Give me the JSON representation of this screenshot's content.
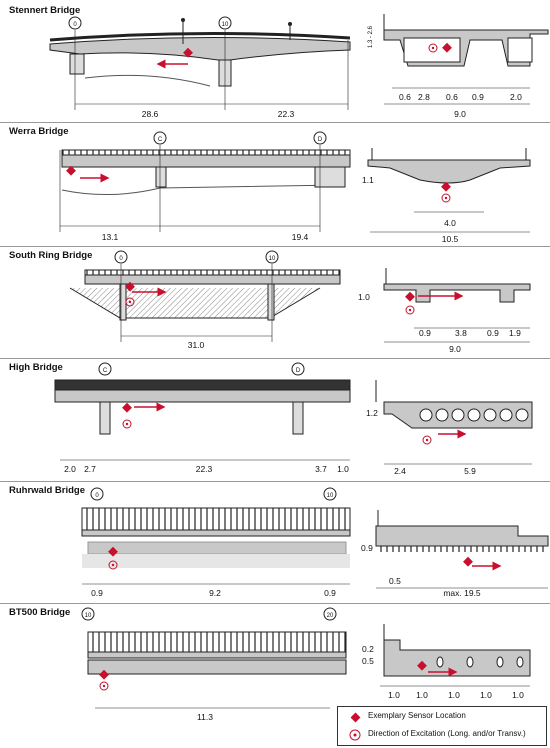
{
  "bridges": [
    {
      "name": "Stennert Bridge",
      "piers": [
        "0",
        "10"
      ],
      "long_dims": [
        "28.6",
        "22.3"
      ],
      "cross_total": "9.0",
      "cross_dims": [
        "0.6",
        "2.8",
        "0.6",
        "0.9",
        "2.0"
      ],
      "cross_height": "1.3 - 2.6"
    },
    {
      "name": "Werra Bridge",
      "piers": [
        "C",
        "D"
      ],
      "long_dims": [
        "13.1",
        "19.4"
      ],
      "cross_total": "10.5",
      "cross_dims": [
        "4.0"
      ],
      "cross_height": "1.1"
    },
    {
      "name": "South Ring Bridge",
      "piers": [
        "0",
        "10"
      ],
      "long_dims": [
        "31.0"
      ],
      "cross_total": "9.0",
      "cross_dims": [
        "0.9",
        "3.8",
        "0.9",
        "1.9"
      ],
      "cross_height": "1.0"
    },
    {
      "name": "High Bridge",
      "piers": [
        "C",
        "D"
      ],
      "long_dims": [
        "2.0",
        "2.7",
        "22.3",
        "3.7",
        "1.0"
      ],
      "cross_total": "",
      "cross_dims": [
        "2.4",
        "5.9"
      ],
      "cross_height": "1.2"
    },
    {
      "name": "Ruhrwald Bridge",
      "piers": [
        "0",
        "10"
      ],
      "long_dims": [
        "0.9",
        "9.2",
        "0.9"
      ],
      "cross_total": "max. 19.5",
      "cross_dims": [
        "0.5"
      ],
      "cross_height": "0.9"
    },
    {
      "name": "BT500  Bridge",
      "piers": [
        "10",
        "20"
      ],
      "long_dims": [
        "11.3"
      ],
      "cross_total": "",
      "cross_dims": [
        "1.0",
        "1.0",
        "1.0",
        "1.0",
        "1.0"
      ],
      "cross_height": "0.2",
      "cross_height2": "0.5"
    }
  ],
  "legend": {
    "sensor": "Exemplary Sensor Location",
    "excitation": "Direction of Excitation (Long. and/or Transv.)"
  },
  "colors": {
    "accent": "#c8102e",
    "concrete": "#c8c8c8",
    "dark": "#222222"
  }
}
